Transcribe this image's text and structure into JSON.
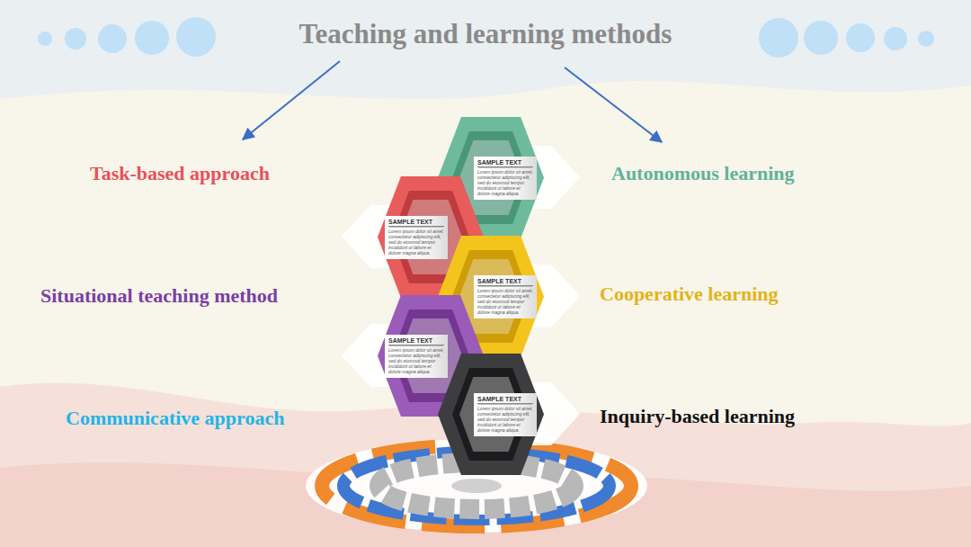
{
  "diagram": {
    "title": "Teaching and learning methods",
    "nodes": [
      {
        "text": [
          "SAMPLE TEXT",
          "Lorem ipsum dolor sit amet, consectetur adipiscing elit, sed do eiusmod tempor incididunt ut labore et dolore magna aliqua."
        ]
      },
      {
        "text": [
          "SAMPLE TEXT",
          "Lorem ipsum dolor sit amet, consectetur adipiscing elit, sed do eiusmod tempor incididunt ut labore et dolore magna aliqua."
        ]
      },
      {
        "text": [
          "SAMPLE TEXT",
          "Lorem ipsum dolor sit amet, consectetur adipiscing elit, sed do eiusmod tempor incididunt ut labore et dolore magna aliqua."
        ]
      },
      {
        "text": [
          "SAMPLE TEXT",
          "Lorem ipsum dolor sit amet, consectetur adipiscing elit, sed do eiusmod tempor incididunt ut labore et dolore magna aliqua."
        ]
      },
      {
        "text": [
          "SAMPLE TEXT",
          "Lorem ipsum dolor sit amet, consectetur adipiscing elit, sed do eiusmod tempor incididunt ut labore et dolore magna aliqua."
        ]
      }
    ],
    "labels": [
      "Task-based approach",
      "Autonomous learning",
      "Situational teaching method",
      "Cooperative learning",
      "Communicative approach",
      "Inquiry-based learning"
    ]
  }
}
